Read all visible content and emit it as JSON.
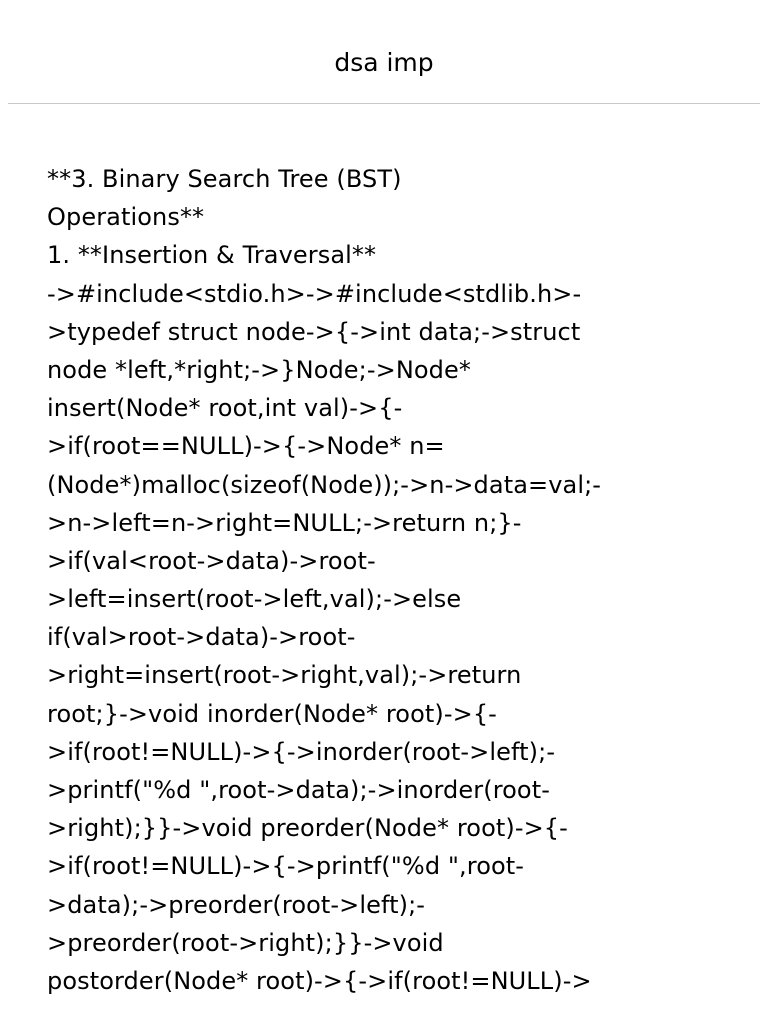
{
  "header": {
    "title": "dsa imp"
  },
  "note": {
    "lines": [
      "**3. Binary Search Tree (BST)",
      "Operations**",
      "1. **Insertion & Traversal**",
      "->#include<stdio.h>->#include<stdlib.h>-",
      ">typedef struct node->{->int data;->struct",
      "node *left,*right;->}Node;->Node*",
      "insert(Node* root,int val)->{-",
      ">if(root==NULL)->{->Node* n=",
      "(Node*)malloc(sizeof(Node));->n->data=val;-",
      ">n->left=n->right=NULL;->return n;}-",
      ">if(val<root->data)->root-",
      ">left=insert(root->left,val);->else",
      "if(val>root->data)->root-",
      ">right=insert(root->right,val);->return",
      "root;}->void inorder(Node* root)->{-",
      ">if(root!=NULL)->{->inorder(root->left);-",
      ">printf(\"%d \",root->data);->inorder(root-",
      ">right);}}->void preorder(Node* root)->{-",
      ">if(root!=NULL)->{->printf(\"%d \",root-",
      ">data);->preorder(root->left);-",
      ">preorder(root->right);}}->void",
      "postorder(Node* root)->{->if(root!=NULL)->"
    ]
  }
}
